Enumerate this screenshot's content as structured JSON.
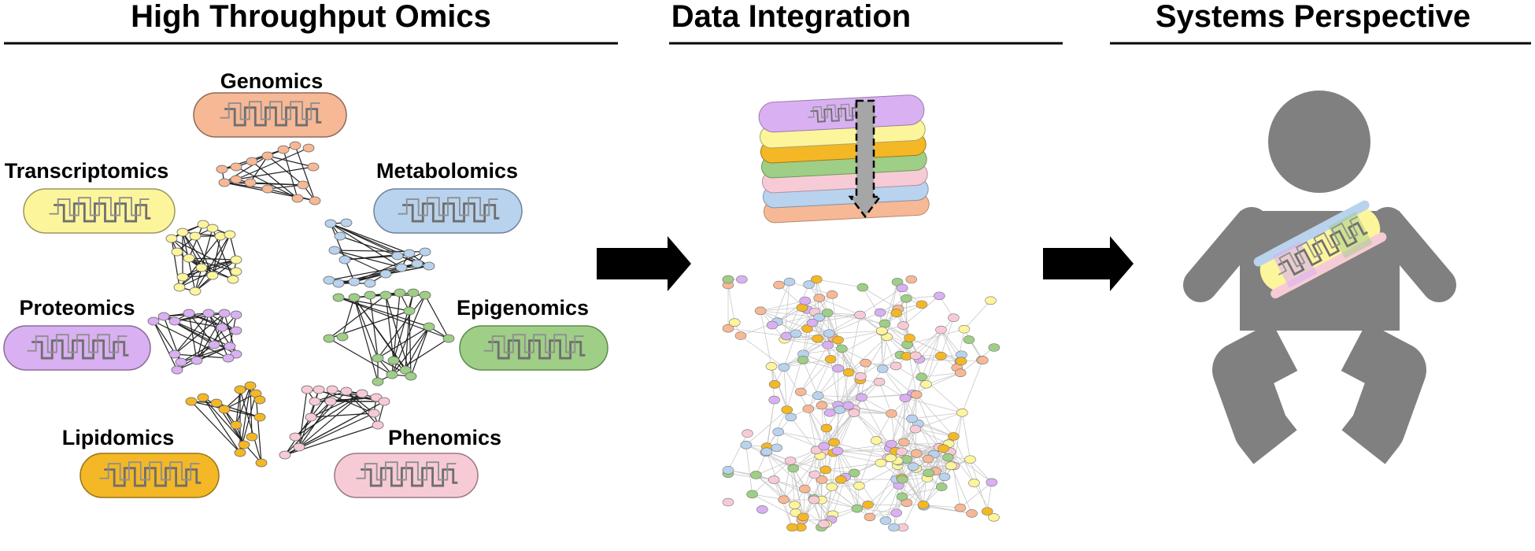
{
  "sections": {
    "omics": {
      "title": "High Throughput Omics"
    },
    "integration": {
      "title": "Data Integration"
    },
    "systems": {
      "title": "Systems Perspective"
    }
  },
  "colors": {
    "genomics": "#f7b896",
    "transcriptomics": "#fdf59c",
    "metabolomics": "#b9d3ee",
    "proteomics": "#d9b0f2",
    "epigenomics": "#9fce86",
    "lipidomics": "#f4b826",
    "phenomics": "#f7cbd6",
    "silhouette": "#808080",
    "line": "#000000"
  },
  "omics": [
    {
      "id": "genomics",
      "label": "Genomics"
    },
    {
      "id": "transcriptomics",
      "label": "Transcriptomics"
    },
    {
      "id": "metabolomics",
      "label": "Metabolomics"
    },
    {
      "id": "proteomics",
      "label": "Proteomics"
    },
    {
      "id": "epigenomics",
      "label": "Epigenomics"
    },
    {
      "id": "lipidomics",
      "label": "Lipidomics"
    },
    {
      "id": "phenomics",
      "label": "Phenomics"
    }
  ],
  "icons": {
    "mitochondrion": "mitochondrion-icon",
    "network": "network-icon",
    "arrow": "right-arrow-icon",
    "infant": "infant-silhouette-icon"
  }
}
